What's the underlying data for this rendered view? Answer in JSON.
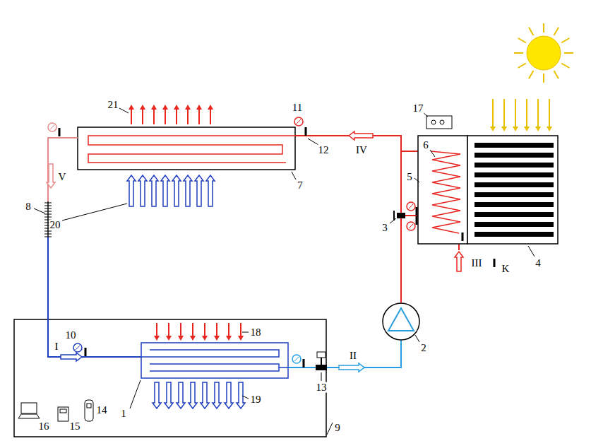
{
  "diagram": {
    "labels": [
      "1",
      "2",
      "3",
      "4",
      "5",
      "6",
      "7",
      "8",
      "9",
      "10",
      "11",
      "12",
      "13",
      "14",
      "15",
      "16",
      "17",
      "18",
      "19",
      "20",
      "21",
      "I",
      "II",
      "III",
      "IV",
      "V",
      "K"
    ]
  }
}
